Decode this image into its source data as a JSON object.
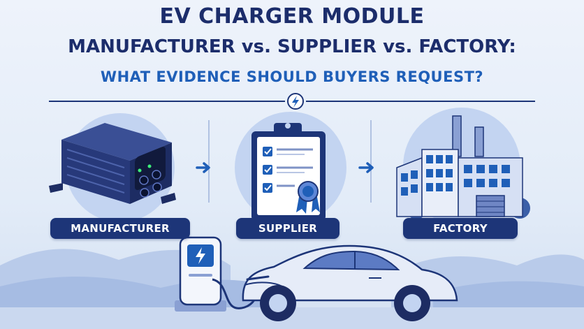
{
  "heading": {
    "line1": "EV CHARGER MODULE",
    "line2": "MANUFACTURER vs. SUPPLIER vs. FACTORY:",
    "line3": "WHAT EVIDENCE SHOULD BUYERS REQUEST?"
  },
  "labels": {
    "manufacturer": "MANUFACTURER",
    "supplier": "SUPPLIER",
    "factory": "FACTORY"
  },
  "colors": {
    "navy": "#1d3578",
    "accent_blue": "#1f5fb8",
    "light_blue": "#c7d7f2",
    "background": "#eef3fb"
  },
  "icons": [
    "lightning-bolt-icon",
    "power-module-icon",
    "clipboard-checklist-icon",
    "award-ribbon-icon",
    "factory-building-icon",
    "ev-charging-station-icon",
    "electric-car-icon",
    "arrow-right-icon"
  ]
}
